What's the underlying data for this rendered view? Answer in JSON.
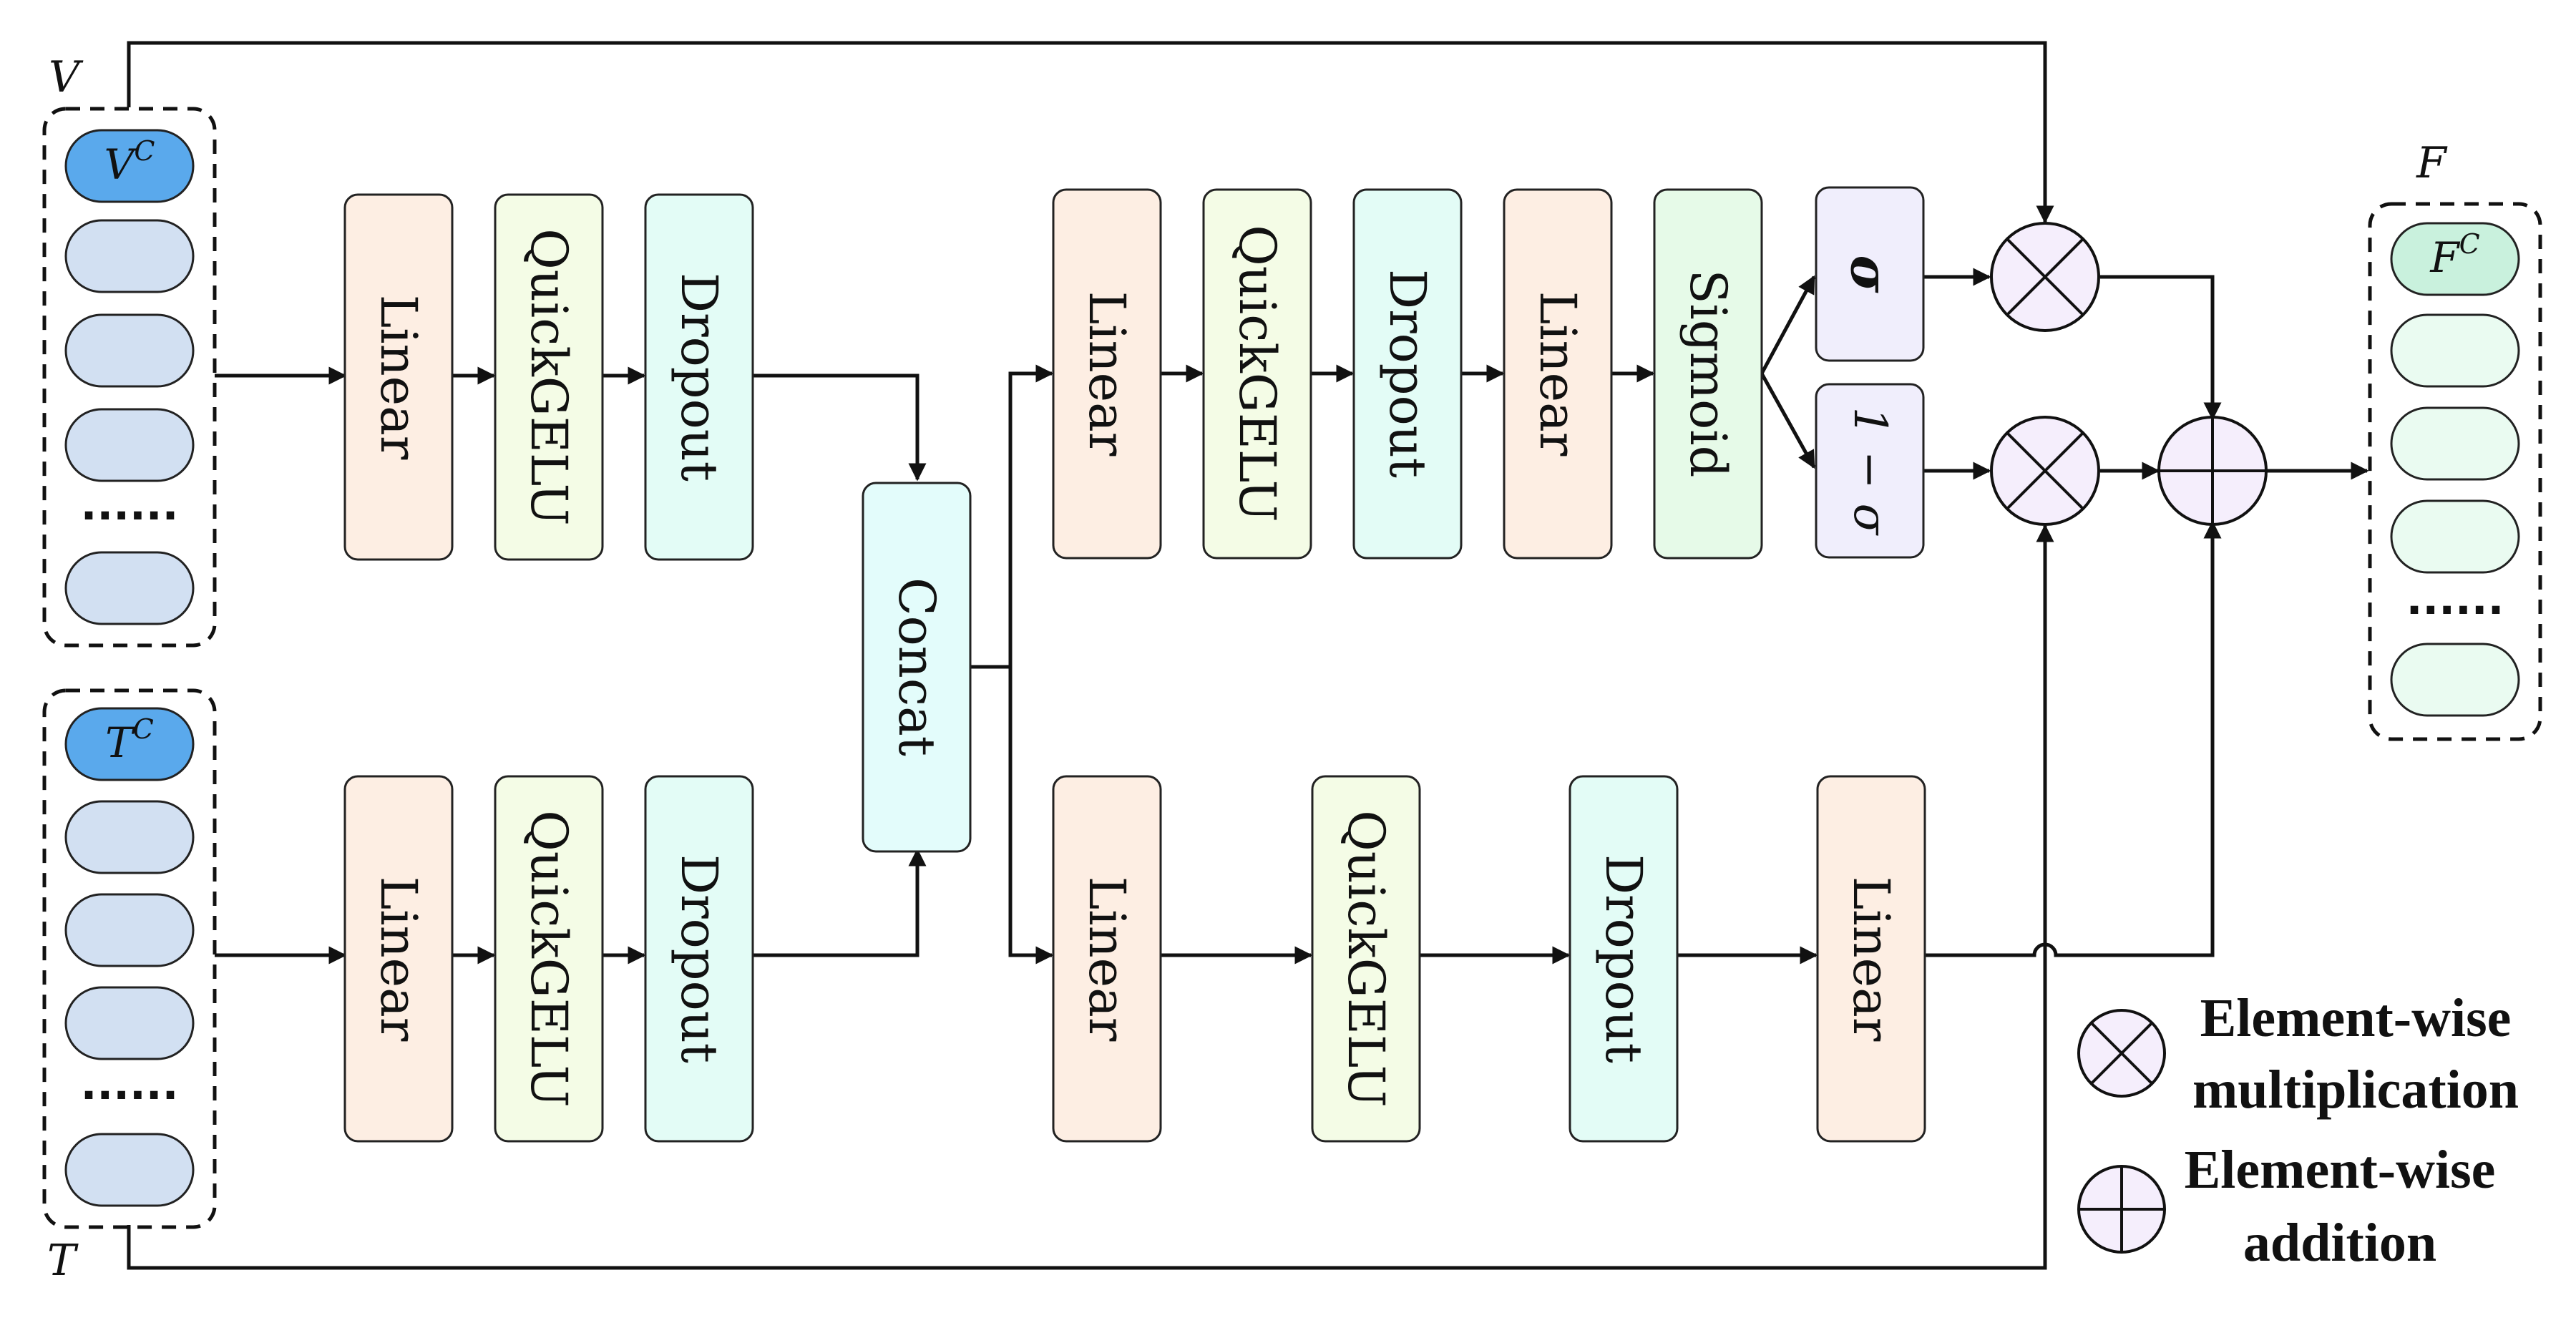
{
  "inputs": {
    "v_label": "V",
    "v_token": "V",
    "v_token_sup": "C",
    "t_label": "T",
    "t_token": "T",
    "t_token_sup": "C",
    "dots": "......"
  },
  "output": {
    "label": "F",
    "token": "F",
    "token_sup": "C",
    "dots": "......"
  },
  "blocks": {
    "linear": "Linear",
    "quickgelu": "QuickGELU",
    "dropout": "Dropout",
    "concat": "Concat",
    "sigmoid": "Sigmoid",
    "sigma": "σ",
    "one_minus_sigma": "1 − σ"
  },
  "legend": {
    "mult_line1": "Element-wise",
    "mult_line2": "multiplication",
    "add_line1": "Element-wise",
    "add_line2": "addition"
  },
  "colors": {
    "linear": "#fdeee3",
    "quickgelu": "#f4fce6",
    "dropout": "#e3fcf6",
    "concat": "#e3fcfb",
    "sigmoid": "#e6fae8",
    "sigma": "#f0eefc",
    "operator": "#f5eefc",
    "token_highlight": "#5aa9ec",
    "token": "#d2e0f2",
    "output_highlight": "#c9f1dd",
    "output_token": "#eafbf1"
  }
}
